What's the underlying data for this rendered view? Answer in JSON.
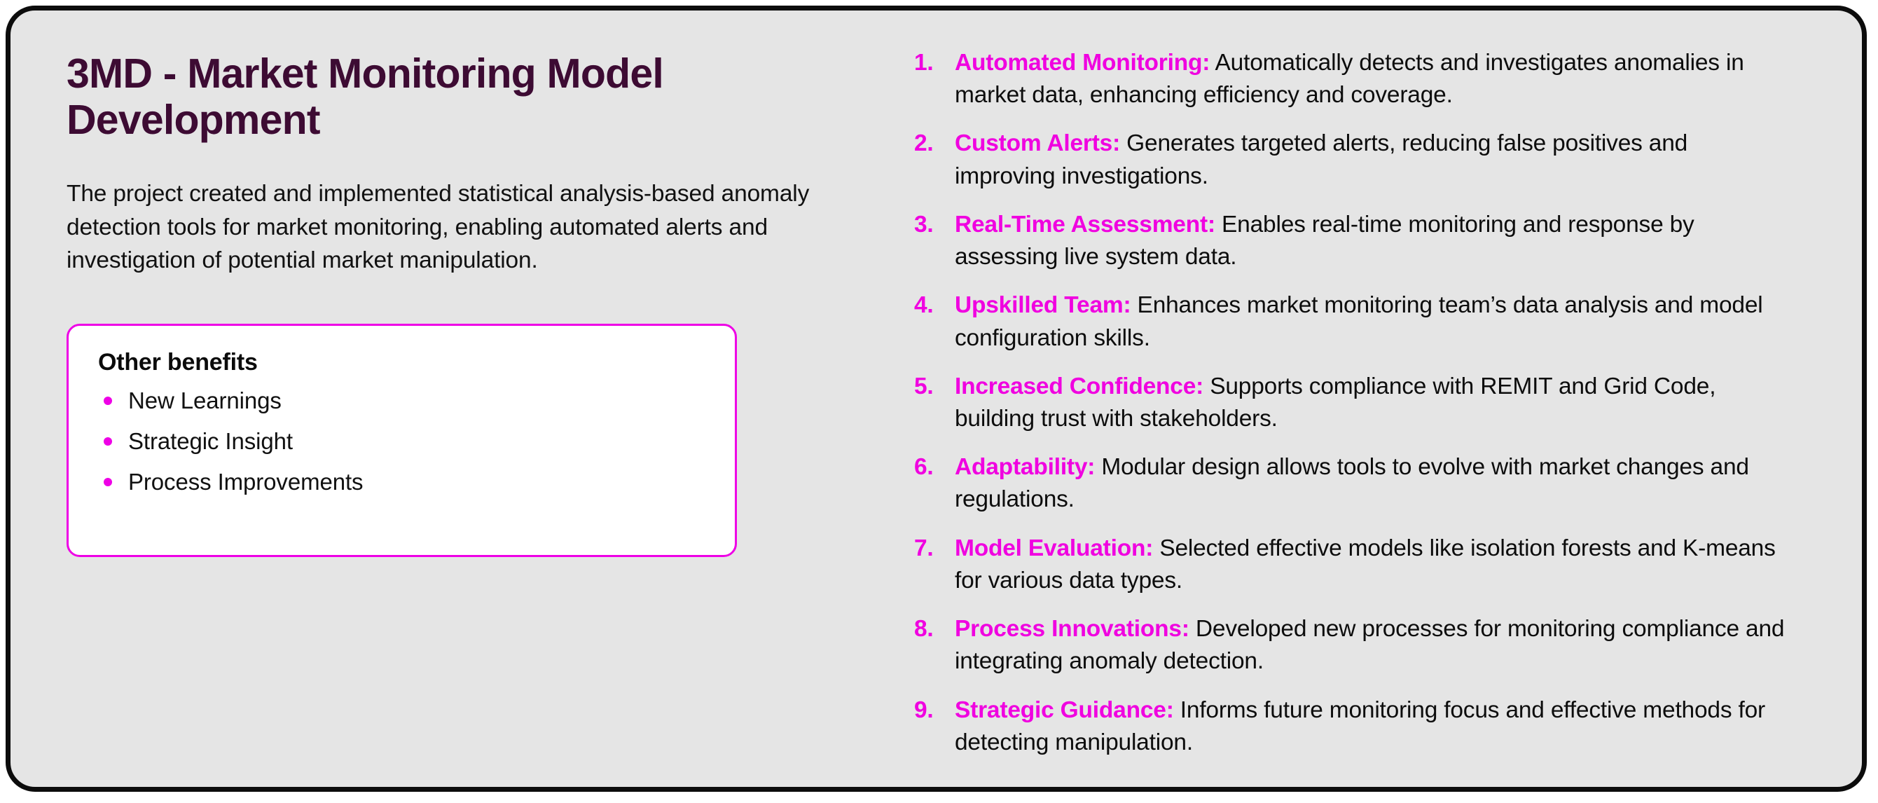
{
  "slide": {
    "title": "3MD - Market Monitoring Model Development",
    "summary": "The project created and implemented statistical analysis-based anomaly detection tools for market monitoring, enabling automated alerts and investigation of potential market manipulation.",
    "accent_color": "#ee00e6",
    "title_color": "#3d0b33",
    "card_background": "#e5e5e5",
    "box_background": "#ffffff"
  },
  "benefits": {
    "heading": "Other benefits",
    "items": [
      "New Learnings",
      "Strategic Insight",
      "Process Improvements"
    ]
  },
  "outcomes": {
    "items": [
      {
        "number": "1.",
        "lead": "Automated Monitoring:",
        "body": " Automatically detects and investigates anomalies in market data, enhancing efficiency and coverage."
      },
      {
        "number": "2.",
        "lead": "Custom Alerts:",
        "body": " Generates targeted alerts, reducing false positives and improving investigations."
      },
      {
        "number": "3.",
        "lead": "Real-Time Assessment:",
        "body": " Enables real-time monitoring and response by assessing live system data."
      },
      {
        "number": "4.",
        "lead": "Upskilled Team:",
        "body": " Enhances market monitoring team’s data analysis and model configuration skills."
      },
      {
        "number": "5.",
        "lead": "Increased Confidence:",
        "body": " Supports compliance with REMIT and Grid Code, building trust with stakeholders."
      },
      {
        "number": "6.",
        "lead": "Adaptability:",
        "body": " Modular design allows tools to evolve with market changes and regulations."
      },
      {
        "number": "7.",
        "lead": "Model Evaluation:",
        "body": " Selected effective models like isolation forests and K-means for various data types."
      },
      {
        "number": "8.",
        "lead": "Process Innovations:",
        "body": " Developed new processes for monitoring compliance and integrating anomaly detection."
      },
      {
        "number": "9.",
        "lead": "Strategic Guidance:",
        "body": " Informs future monitoring focus and effective methods for detecting manipulation."
      }
    ]
  }
}
